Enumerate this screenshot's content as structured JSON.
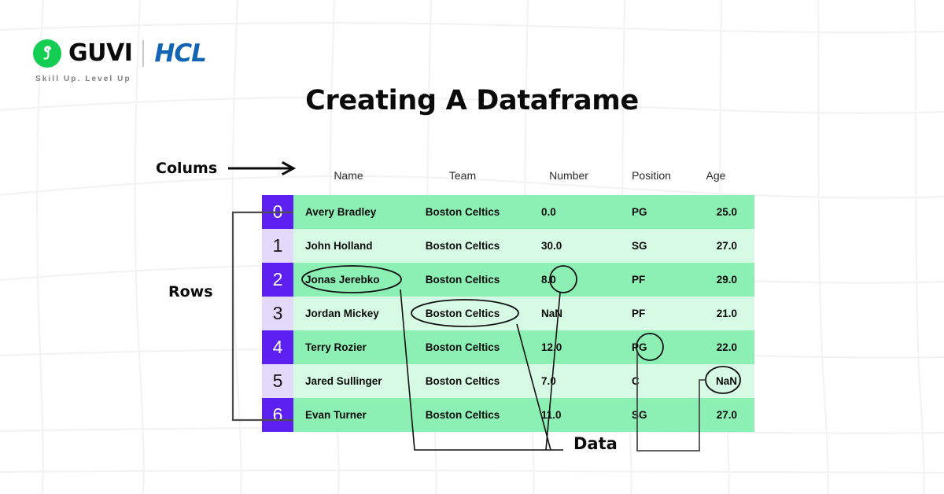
{
  "brand": {
    "guvi_name": "GUVI",
    "guvi_mark_letter": "g",
    "partner_name": "HCL",
    "tagline": "Skill Up. Level Up",
    "guvi_green": "#13ce52",
    "hcl_blue": "#1464b4"
  },
  "title": "Creating A Dataframe",
  "annotations": {
    "columns_label": "Colums",
    "rows_label": "Rows",
    "data_label": "Data",
    "circled_values": [
      "Jonas Jerebko",
      "Boston Celtics",
      "8.0",
      "PG",
      "NaN"
    ]
  },
  "theme": {
    "index_active_purple": "#5c21f0",
    "index_alt_lavender": "#e4d9fb",
    "row_even_green": "#8cf0b4",
    "row_odd_green": "#d6fae4",
    "text_dark": "#0a0a0a",
    "background": "#ffffff"
  },
  "table": {
    "columns": [
      "Name",
      "Team",
      "Number",
      "Position",
      "Age"
    ],
    "rows": [
      {
        "index": "0",
        "Name": "Avery Bradley",
        "Team": "Boston Celtics",
        "Number": "0.0",
        "Position": "PG",
        "Age": "25.0"
      },
      {
        "index": "1",
        "Name": "John Holland",
        "Team": "Boston Celtics",
        "Number": "30.0",
        "Position": "SG",
        "Age": "27.0"
      },
      {
        "index": "2",
        "Name": "Jonas Jerebko",
        "Team": "Boston Celtics",
        "Number": "8.0",
        "Position": "PF",
        "Age": "29.0"
      },
      {
        "index": "3",
        "Name": "Jordan Mickey",
        "Team": "Boston Celtics",
        "Number": "NaN",
        "Position": "PF",
        "Age": "21.0"
      },
      {
        "index": "4",
        "Name": "Terry Rozier",
        "Team": "Boston Celtics",
        "Number": "12.0",
        "Position": "PG",
        "Age": "22.0"
      },
      {
        "index": "5",
        "Name": "Jared Sullinger",
        "Team": "Boston Celtics",
        "Number": "7.0",
        "Position": "C",
        "Age": "NaN"
      },
      {
        "index": "6",
        "Name": "Evan Turner",
        "Team": "Boston Celtics",
        "Number": "11.0",
        "Position": "SG",
        "Age": "27.0"
      }
    ]
  }
}
